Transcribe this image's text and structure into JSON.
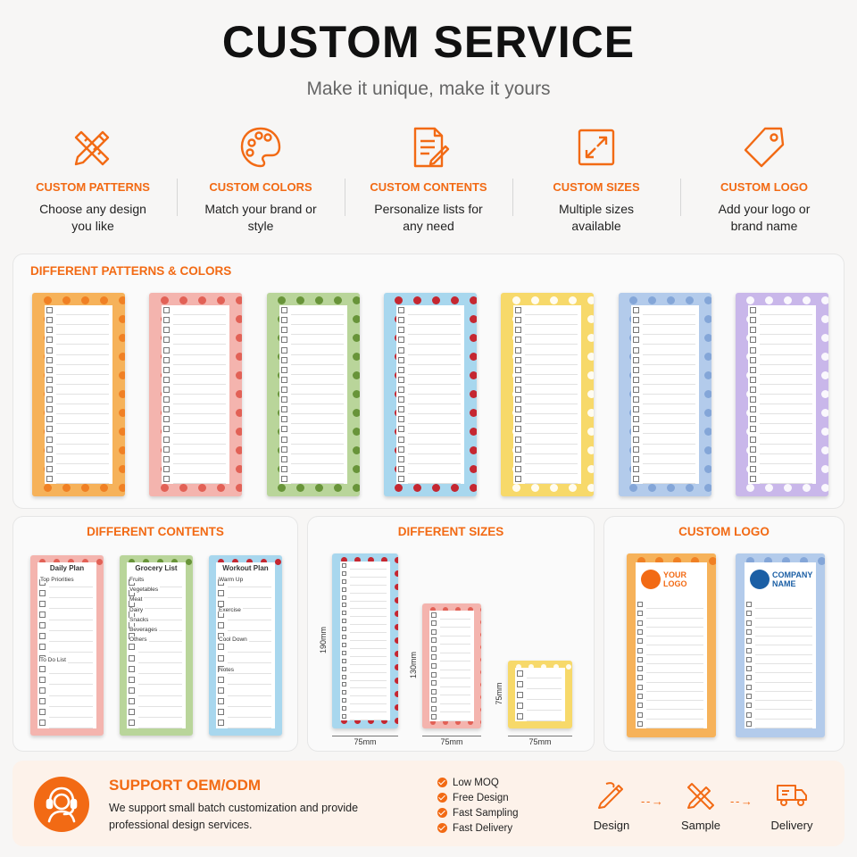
{
  "header": {
    "title": "CUSTOM SERVICE",
    "subtitle": "Make it unique, make it yours"
  },
  "colors": {
    "accent": "#f26a14"
  },
  "features": [
    {
      "icon": "pencil-ruler-icon",
      "title": "CUSTOM PATTERNS",
      "desc": "Choose any design you like"
    },
    {
      "icon": "palette-icon",
      "title": "CUSTOM COLORS",
      "desc": "Match your brand or style"
    },
    {
      "icon": "document-pen-icon",
      "title": "CUSTOM CONTENTS",
      "desc": "Personalize lists for any need"
    },
    {
      "icon": "resize-arrows-icon",
      "title": "CUSTOM SIZES",
      "desc": "Multiple sizes available"
    },
    {
      "icon": "tag-icon",
      "title": "CUSTOM LOGO",
      "desc": "Add your logo or brand name"
    }
  ],
  "patterns_section": {
    "title": "DIFFERENT PATTERNS & COLORS",
    "pads": [
      {
        "pattern": "orange fruit",
        "bg": "#f6b25a",
        "dot": "#f07a1e"
      },
      {
        "pattern": "grapefruit",
        "bg": "#f4b4ae",
        "dot": "#e0584c"
      },
      {
        "pattern": "avocado",
        "bg": "#b9d59a",
        "dot": "#5f8d2f"
      },
      {
        "pattern": "cherry",
        "bg": "#a8d7ee",
        "dot": "#c8141c"
      },
      {
        "pattern": "daisy",
        "bg": "#f7d96a",
        "dot": "#ffffff"
      },
      {
        "pattern": "blue gingham",
        "bg": "#b3cbeb",
        "dot": "#7ea2d6"
      },
      {
        "pattern": "lavender daisy",
        "bg": "#c9b7ea",
        "dot": "#ffffff"
      }
    ]
  },
  "contents_section": {
    "title": "DIFFERENT CONTENTS",
    "pads": [
      {
        "heading": "Daily Plan",
        "lines": [
          "Top Priorities",
          "",
          "",
          "",
          "",
          "",
          "",
          "",
          "To Do List"
        ],
        "bg": "#f4b4ae",
        "dot": "#e0584c"
      },
      {
        "heading": "Grocery List",
        "lines": [
          "Fruits",
          "Vegetables",
          "Meat",
          "Dairy",
          "Snacks",
          "Beverages",
          "Others"
        ],
        "bg": "#b9d59a",
        "dot": "#5f8d2f"
      },
      {
        "heading": "Workout Plan",
        "lines": [
          "Warm Up",
          "",
          "",
          "Exercise",
          "",
          "",
          "Cool Down",
          "",
          "",
          "Notes"
        ],
        "bg": "#a8d7ee",
        "dot": "#c8141c"
      }
    ]
  },
  "sizes_section": {
    "title": "DIFFERENT SIZES",
    "sizes": [
      {
        "height_label": "190mm",
        "width_label": "75mm",
        "bg": "#a8d7ee",
        "dot": "#c8141c"
      },
      {
        "height_label": "130mm",
        "width_label": "75mm",
        "bg": "#f4b4ae",
        "dot": "#e0584c"
      },
      {
        "height_label": "75mm",
        "width_label": "75mm",
        "bg": "#f7d96a",
        "dot": "#ffffff"
      }
    ]
  },
  "logo_section": {
    "title": "CUSTOM LOGO",
    "pads": [
      {
        "logo_text": "YOUR LOGO",
        "logo_color": "#f26a14",
        "bg": "#f6b25a",
        "dot": "#f07a1e"
      },
      {
        "logo_text": "COMPANY NAME",
        "logo_color": "#1b5fa5",
        "bg": "#b3cbeb",
        "dot": "#7ea2d6"
      }
    ]
  },
  "support": {
    "title": "SUPPORT OEM/ODM",
    "desc": "We support small batch customization and provide professional design services.",
    "checks": [
      "Low MOQ",
      "Free Design",
      "Fast Sampling",
      "Fast Delivery"
    ],
    "steps": [
      "Design",
      "Sample",
      "Delivery"
    ]
  }
}
